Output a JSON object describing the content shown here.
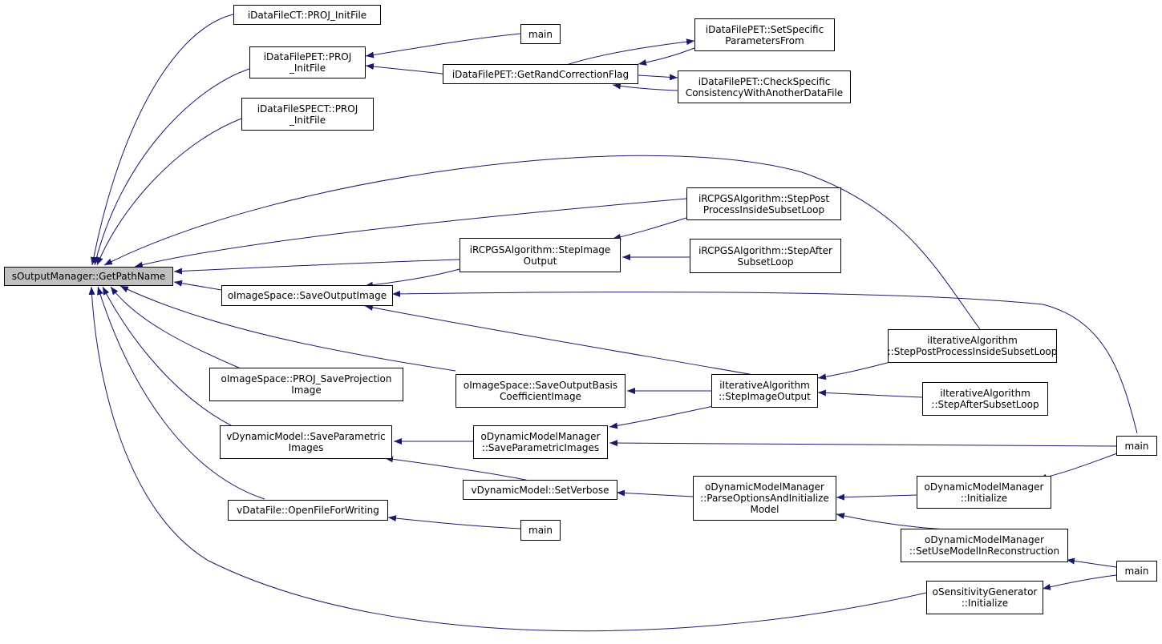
{
  "colors": {
    "edge": "#191970",
    "root_fill": "#bfbfbf",
    "node_fill": "#ffffff",
    "border": "#000000"
  },
  "nodes": [
    {
      "id": "root",
      "lines": [
        "sOutputManager::GetPathName"
      ],
      "root": true
    },
    {
      "id": "ct_projinit",
      "lines": [
        "iDataFileCT::PROJ_InitFile"
      ]
    },
    {
      "id": "pet_projinit",
      "lines": [
        "iDataFilePET::PROJ",
        "_InitFile"
      ]
    },
    {
      "id": "spect_projinit",
      "lines": [
        "iDataFileSPECT::PROJ",
        "_InitFile"
      ]
    },
    {
      "id": "main_top",
      "lines": [
        "main"
      ]
    },
    {
      "id": "pet_getrand",
      "lines": [
        "iDataFilePET::GetRandCorrectionFlag"
      ]
    },
    {
      "id": "pet_setspecific",
      "lines": [
        "iDataFilePET::SetSpecific",
        "ParametersFrom"
      ]
    },
    {
      "id": "pet_checkspecific",
      "lines": [
        "iDataFilePET::CheckSpecific",
        "ConsistencyWithAnotherDataFile"
      ]
    },
    {
      "id": "rcpgs_steppost",
      "lines": [
        "iRCPGSAlgorithm::StepPost",
        "ProcessInsideSubsetLoop"
      ]
    },
    {
      "id": "rcpgs_stepimage",
      "lines": [
        "iRCPGSAlgorithm::StepImage",
        "Output"
      ]
    },
    {
      "id": "rcpgs_stepafter",
      "lines": [
        "iRCPGSAlgorithm::StepAfter",
        "SubsetLoop"
      ]
    },
    {
      "id": "imgspace_saveout",
      "lines": [
        "oImageSpace::SaveOutputImage"
      ]
    },
    {
      "id": "iter_steppost",
      "lines": [
        "iIterativeAlgorithm",
        "::StepPostProcessInsideSubsetLoop"
      ]
    },
    {
      "id": "imgspace_projsave",
      "lines": [
        "oImageSpace::PROJ_SaveProjection",
        "Image"
      ]
    },
    {
      "id": "imgspace_savebasis",
      "lines": [
        "oImageSpace::SaveOutputBasis",
        "CoefficientImage"
      ]
    },
    {
      "id": "iter_stepimage",
      "lines": [
        "iIterativeAlgorithm",
        "::StepImageOutput"
      ]
    },
    {
      "id": "iter_stepafter",
      "lines": [
        "iIterativeAlgorithm",
        "::StepAfterSubsetLoop"
      ]
    },
    {
      "id": "vdyn_saveparam",
      "lines": [
        "vDynamicModel::SaveParametric",
        "Images"
      ]
    },
    {
      "id": "odyn_saveparam",
      "lines": [
        "oDynamicModelManager",
        "::SaveParametricImages"
      ]
    },
    {
      "id": "main_right",
      "lines": [
        "main"
      ]
    },
    {
      "id": "vdyn_setverbose",
      "lines": [
        "vDynamicModel::SetVerbose"
      ]
    },
    {
      "id": "odyn_parse",
      "lines": [
        "oDynamicModelManager",
        "::ParseOptionsAndInitialize",
        "Model"
      ]
    },
    {
      "id": "odyn_init",
      "lines": [
        "oDynamicModelManager",
        "::Initialize"
      ]
    },
    {
      "id": "vdata_open",
      "lines": [
        "vDataFile::OpenFileForWriting"
      ]
    },
    {
      "id": "main_mid",
      "lines": [
        "main"
      ]
    },
    {
      "id": "odyn_setuse",
      "lines": [
        "oDynamicModelManager",
        "::SetUseModelInReconstruction"
      ]
    },
    {
      "id": "main_bottom",
      "lines": [
        "main"
      ]
    },
    {
      "id": "osens_init",
      "lines": [
        "oSensitivityGenerator",
        "::Initialize"
      ]
    }
  ]
}
